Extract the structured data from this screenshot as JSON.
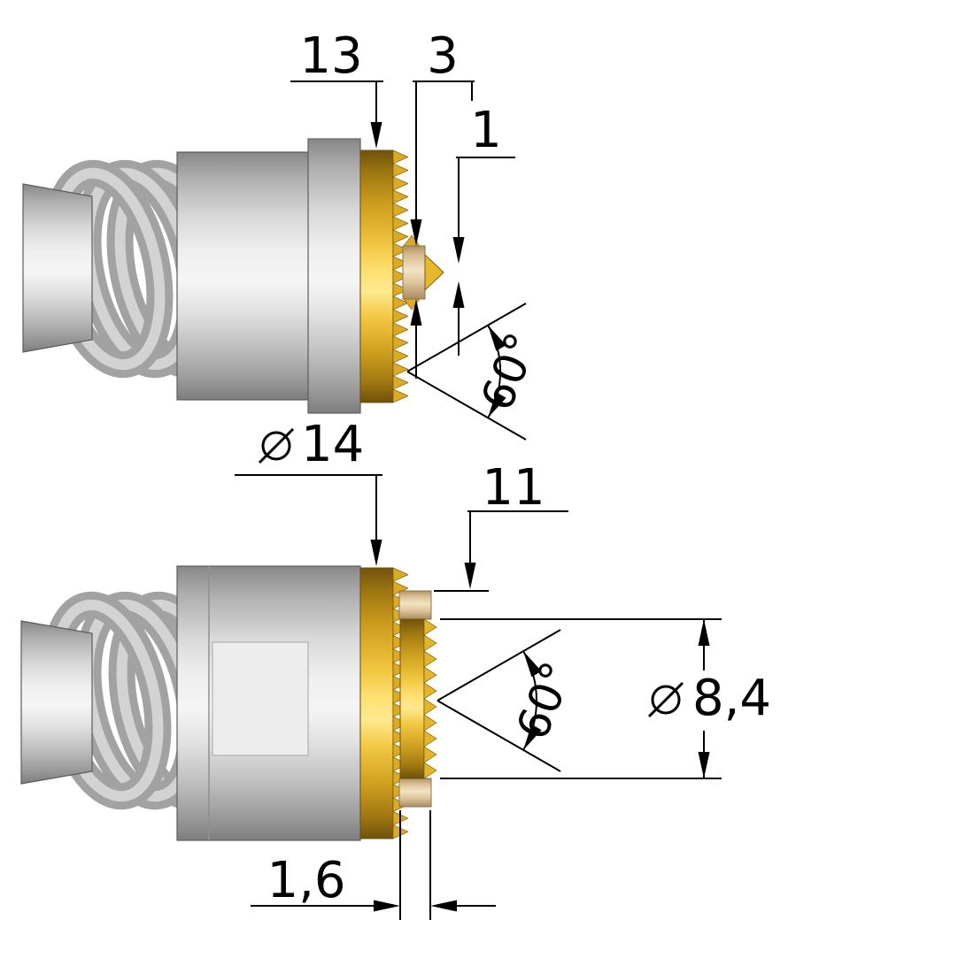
{
  "drawing": {
    "background": "#ffffff",
    "colors": {
      "metal_gray": "#c9c9c9",
      "gold": "#f2c63a",
      "insulator_tan": "#ead9b8",
      "dimension_line": "#000000"
    },
    "dims": {
      "d13": "13",
      "d3": "3",
      "d1": "1",
      "angle_top": "60°",
      "dia14_symbol": "⌀",
      "dia14_value": "14",
      "d11": "11",
      "angle_bottom": "60°",
      "dia84_symbol": "⌀",
      "dia84_value": "8,4",
      "d1_6": "1,6"
    }
  }
}
